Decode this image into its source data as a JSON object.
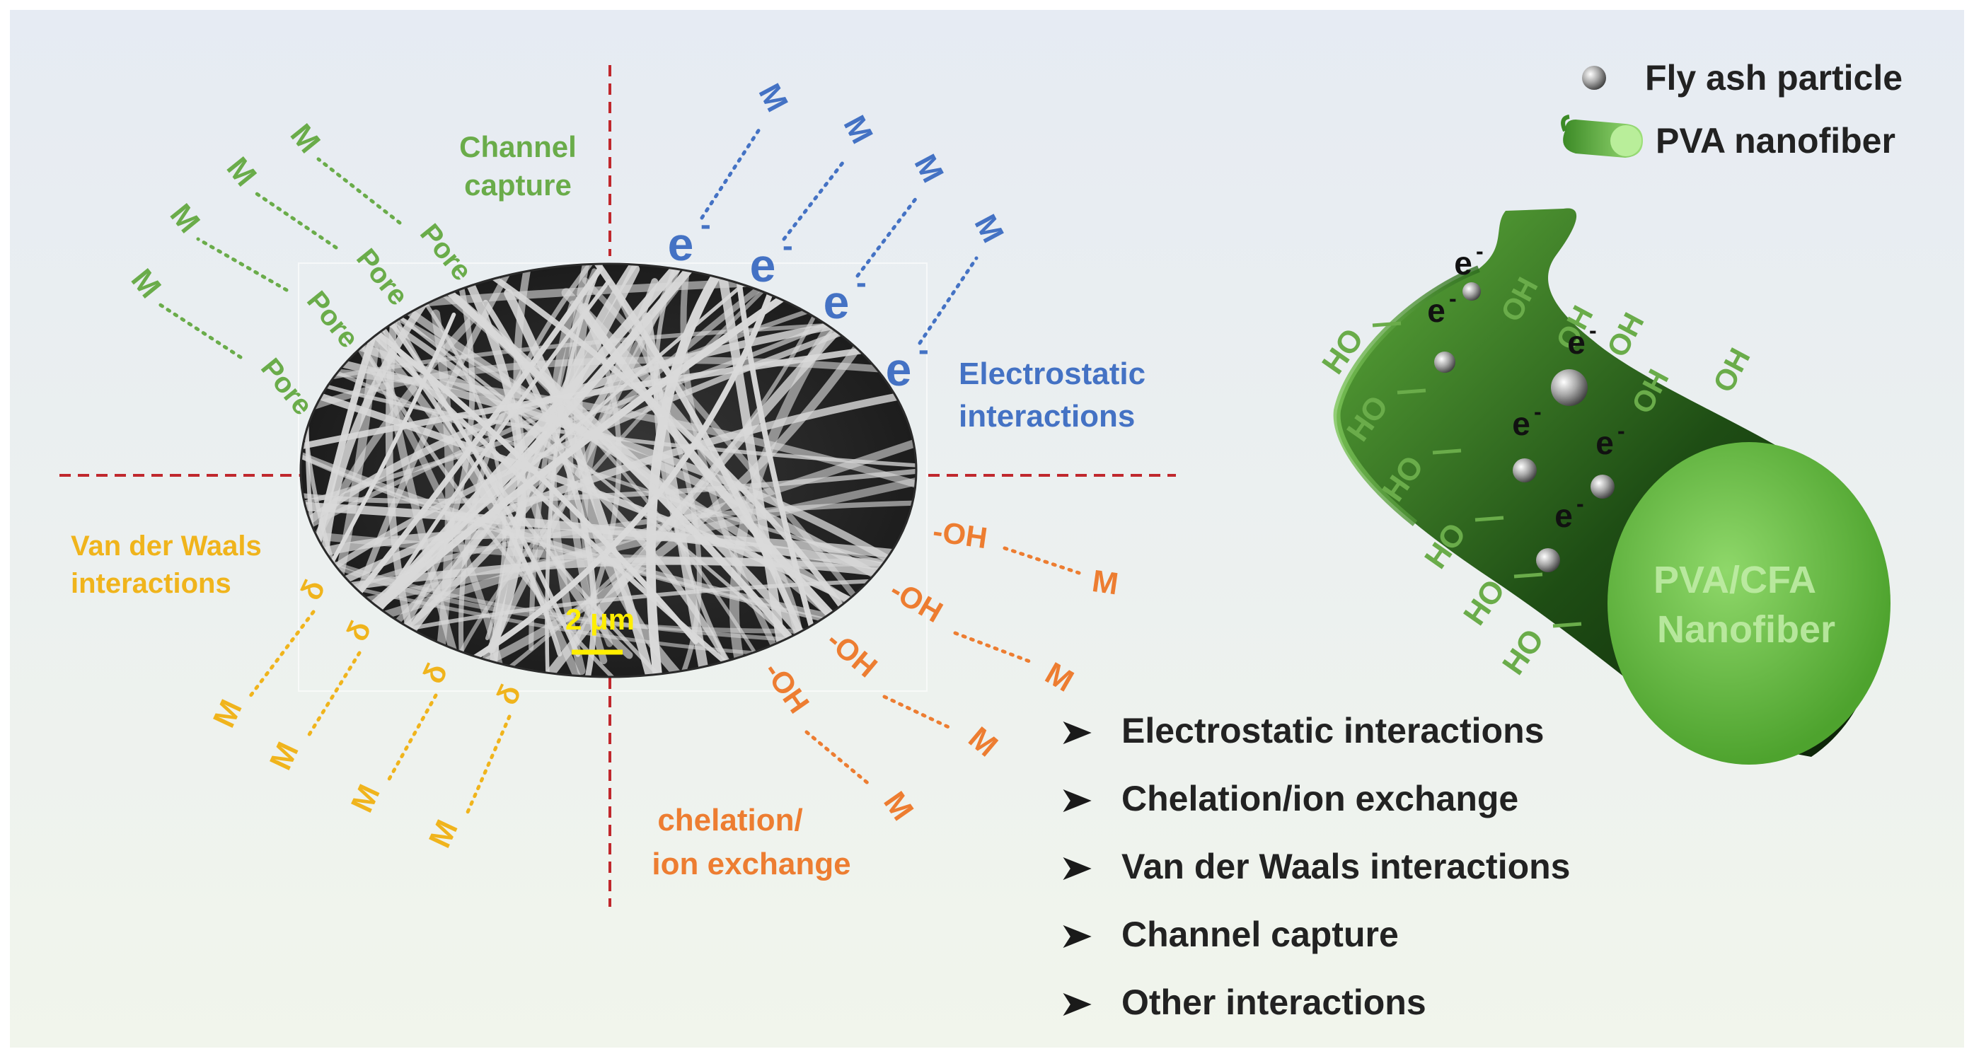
{
  "colors": {
    "green": "#6aac4a",
    "blue": "#4472c4",
    "orange": "#ed7d31",
    "yellow": "#f0b41c",
    "divider": "#c0282d",
    "dark": "#222222"
  },
  "legend": {
    "particle": "Fly ash particle",
    "fiber": "PVA nanofiber"
  },
  "regions": {
    "channel": [
      "Channel",
      "capture"
    ],
    "electrostatic": [
      "Electrostatic",
      "interactions"
    ],
    "vdw": [
      "Van der Waals",
      "interactions"
    ],
    "chelation": [
      "chelation/",
      "ion exchange"
    ]
  },
  "scale_bar": "2 μm",
  "labels": {
    "pore": "Pore",
    "metal": "M",
    "electron": "e",
    "electron_sup": "-",
    "hydroxyl_left": "-OH",
    "hydroxyl_right": "HO",
    "hydroxyl_fiber": "OH",
    "delta": "δ"
  },
  "fiber_label": [
    "PVA/CFA",
    "Nanofiber"
  ],
  "mechanisms": [
    "Electrostatic interactions",
    "Chelation/ion exchange",
    "Van der Waals interactions",
    "Channel capture",
    "Other interactions"
  ]
}
